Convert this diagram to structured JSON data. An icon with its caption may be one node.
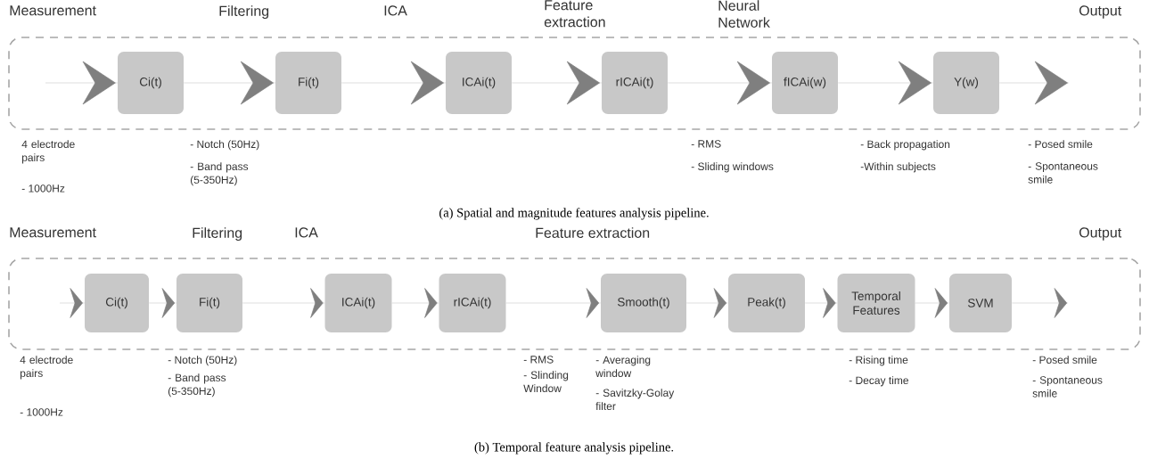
{
  "diagram": {
    "nodes": [
      {
        "text": [],
        "shape": "box"
      },
      {
        "text": [
          "Ci(t)"
        ],
        "in": 0
      },
      {
        "text": [
          "Fi(t)"
        ],
        "in": 0
      },
      {
        "text": [
          "ICAi(t)"
        ],
        "in": 0
      },
      {
        "text": [
          "rICAi(t)"
        ],
        "in": 0
      },
      {
        "text": [
          "fICAi(w)"
        ],
        "in": 0
      },
      {
        "text": [
          "Y(w)"
        ],
        "in": 0
      },
      {
        "text": [],
        "shape": "box"
      },
      {
        "text": [
          "Ci(t)"
        ],
        "in": 7
      },
      {
        "text": [
          "Fi(t)"
        ],
        "in": 7
      },
      {
        "text": [
          "ICAi(t)"
        ],
        "in": 7
      },
      {
        "text": [
          "rICAi(t)"
        ],
        "in": 7
      },
      {
        "text": [
          "Smooth(t)"
        ],
        "in": 7
      },
      {
        "text": [
          "Peak(t)"
        ],
        "in": 7
      },
      {
        "text": [
          "Temporal Features"
        ],
        "in": 7
      },
      {
        "text": [
          "SVM"
        ],
        "in": 7
      }
    ],
    "edges": [
      {
        "from": null,
        "to": 1,
        "arrow": "to"
      },
      {
        "from": 1,
        "to": 2,
        "arrow": "to"
      },
      {
        "from": 2,
        "to": 3,
        "arrow": "to"
      },
      {
        "from": 3,
        "to": 4,
        "arrow": "to"
      },
      {
        "from": 4,
        "to": 5,
        "arrow": "to"
      },
      {
        "from": 5,
        "to": 6,
        "arrow": "to"
      },
      {
        "from": 6,
        "to": null,
        "arrow": "to"
      },
      {
        "from": null,
        "to": 8,
        "arrow": "to"
      },
      {
        "from": 8,
        "to": 9,
        "arrow": "to"
      },
      {
        "from": 9,
        "to": 10,
        "arrow": "to"
      },
      {
        "from": 10,
        "to": 11,
        "arrow": "to"
      },
      {
        "from": 11,
        "to": 12,
        "arrow": "to"
      },
      {
        "from": 12,
        "to": 13,
        "arrow": "to"
      },
      {
        "from": 13,
        "to": 14,
        "arrow": "to"
      },
      {
        "from": 14,
        "to": 15,
        "arrow": "to"
      },
      {
        "from": 15,
        "to": null,
        "arrow": "to"
      }
    ],
    "labels": [
      "Measurement",
      "Filtering",
      "ICA",
      "Feature extraction",
      "Neural Network",
      "Output",
      "4 electrode pairs",
      "- 1000Hz",
      "- Notch (50Hz)",
      "- Band pass (5-350Hz)",
      "- RMS",
      "- Sliding windows",
      "- Back propagation",
      "-Within subjects",
      "- Posed smile",
      "- Spontaneous smile",
      "(a) Spatial and magnitude features analysis pipeline.",
      "Measurement",
      "Filtering",
      "ICA",
      "Feature extraction",
      "Output",
      "4 electrode pairs",
      "- 1000Hz",
      "- Notch (50Hz)",
      "- Band pass (5-350Hz)",
      "- RMS",
      "- Slinding Window",
      "- Averaging window",
      "- Savitzky-Golay filter",
      "- Rising time",
      "- Decay time",
      "- Posed smile",
      "- Spontaneous smile",
      "(b) Temporal feature analysis pipeline."
    ]
  }
}
